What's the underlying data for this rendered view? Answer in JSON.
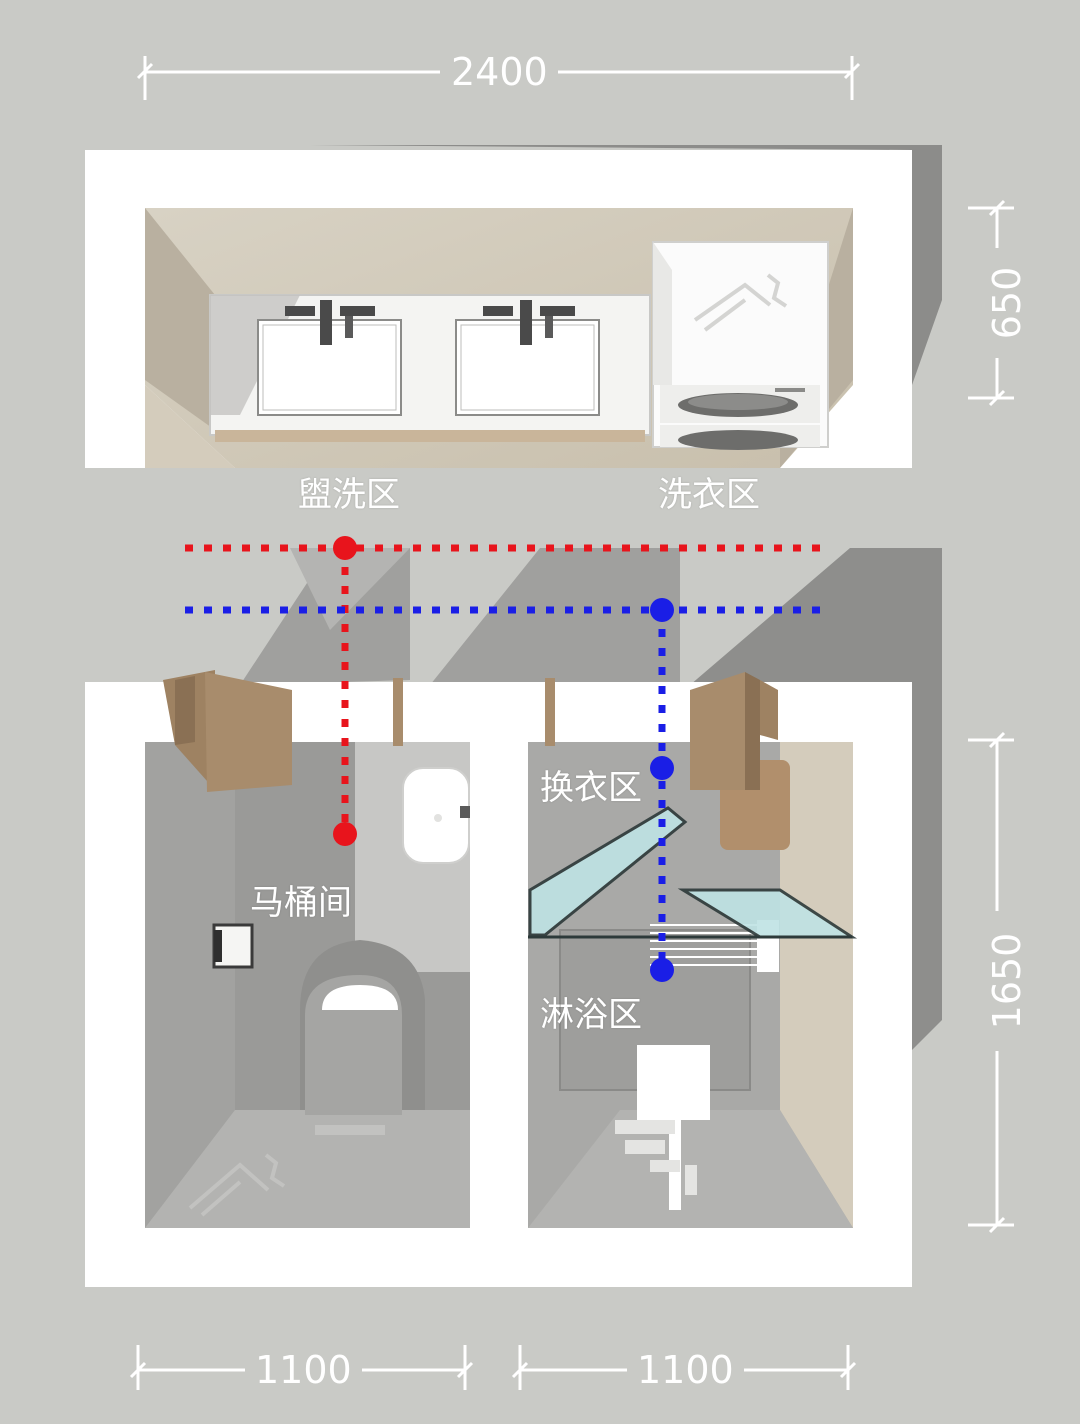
{
  "dimensions": {
    "top_width": "2400",
    "right_upper_depth": "650",
    "right_lower_depth": "1650",
    "bottom_left_width": "1100",
    "bottom_right_width": "1100"
  },
  "zones": {
    "washing": "盥洗区",
    "laundry": "洗衣区",
    "toilet_room": "马桶间",
    "changing": "换衣区",
    "shower": "淋浴区"
  },
  "colors": {
    "background": "#c9cac6",
    "wall": "#ffffff",
    "floor": "#a6a6a4",
    "wood": "#a88c6c",
    "red_route": "#e8141c",
    "blue_route": "#1a1ee6",
    "glass": "#bfe3e4"
  },
  "icons": {
    "route_points": "circle-marker",
    "dimension_lines": "dimension-arrow"
  }
}
